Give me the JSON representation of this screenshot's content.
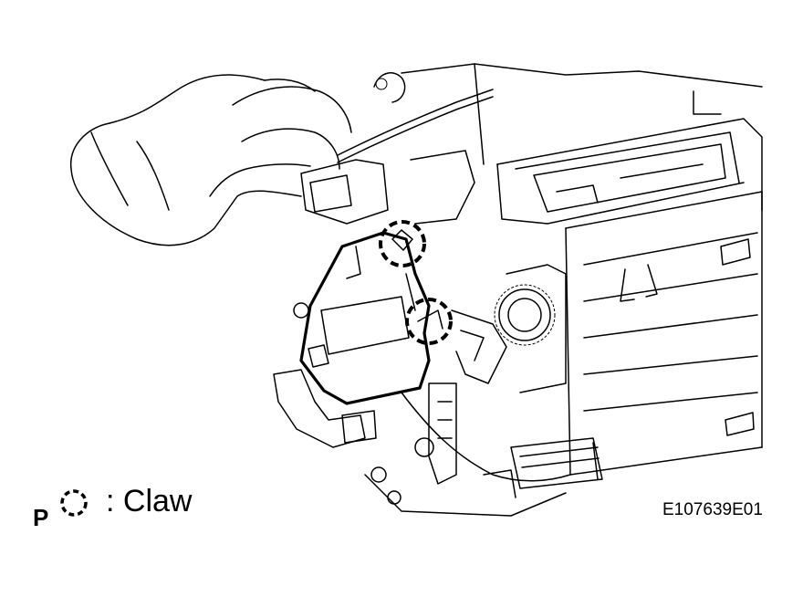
{
  "legend": {
    "marker": "P",
    "symbol_label": ": Claw"
  },
  "figure_code": "E107639E01",
  "colors": {
    "line": "#000000",
    "background": "#ffffff"
  },
  "icons": {
    "legend_symbol": "dashed-circle-icon"
  }
}
